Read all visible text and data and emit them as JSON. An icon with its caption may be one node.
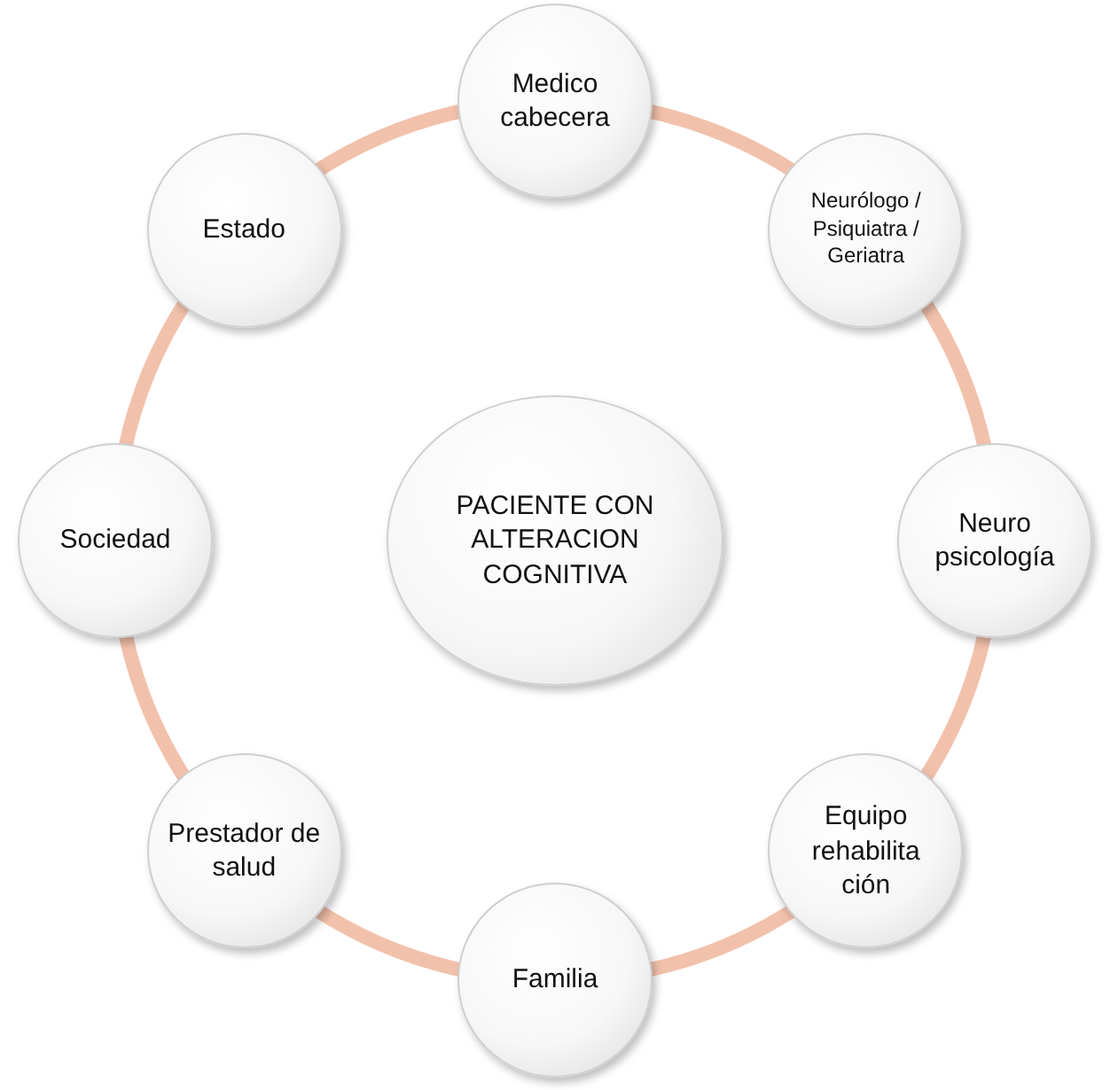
{
  "diagram": {
    "nodes": [
      {
        "text": [
          "PACIENTE CON ALTERACION COGNITIVA"
        ]
      },
      {
        "text": [
          "Medico cabecera"
        ]
      },
      {
        "text": [
          "Neurólogo / Psiquiatra / Geriatra"
        ]
      },
      {
        "text": [
          "Neuro psicología"
        ]
      },
      {
        "text": [
          "Equipo rehabilita ción"
        ]
      },
      {
        "text": [
          "Familia"
        ]
      },
      {
        "text": [
          "Prestador de salud"
        ]
      },
      {
        "text": [
          "Sociedad"
        ]
      },
      {
        "text": [
          "Estado"
        ]
      }
    ],
    "edges": [
      {
        "from": 1,
        "to": 2,
        "arrow": "none"
      },
      {
        "from": 2,
        "to": 3,
        "arrow": "none"
      },
      {
        "from": 3,
        "to": 4,
        "arrow": "none"
      },
      {
        "from": 4,
        "to": 5,
        "arrow": "none"
      },
      {
        "from": 5,
        "to": 6,
        "arrow": "none"
      },
      {
        "from": 6,
        "to": 7,
        "arrow": "none"
      },
      {
        "from": 7,
        "to": 8,
        "arrow": "none"
      },
      {
        "from": 8,
        "to": 1,
        "arrow": "none"
      }
    ]
  }
}
